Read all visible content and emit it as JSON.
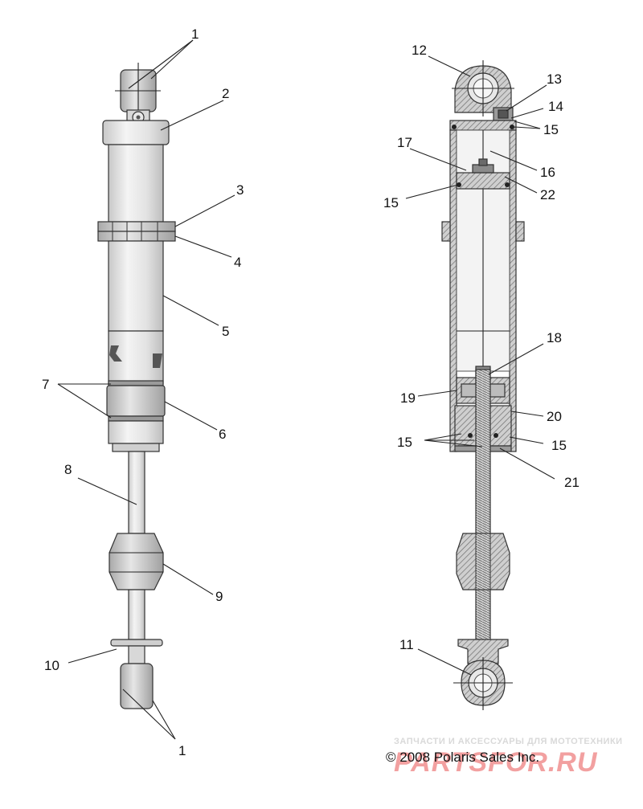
{
  "colors": {
    "body_light": "#f2f2f2",
    "body_mid": "#dcdcdc",
    "body_dark": "#b9b9b9",
    "section_hatch": "#8a8a8a",
    "watermark_red": "#e23b3b",
    "watermark_gray": "#cfcfcf"
  },
  "callouts": {
    "c1_top": "1",
    "c2": "2",
    "c3": "3",
    "c4": "4",
    "c5": "5",
    "c6": "6",
    "c7": "7",
    "c8": "8",
    "c9": "9",
    "c10": "10",
    "c1_bottom": "1",
    "c11": "11",
    "c12": "12",
    "c13": "13",
    "c14": "14",
    "c15_a": "15",
    "c16": "16",
    "c17": "17",
    "c15_b": "15",
    "c22": "22",
    "c18": "18",
    "c19": "19",
    "c20": "20",
    "c15_c": "15",
    "c15_d": "15",
    "c21": "21"
  },
  "footer": {
    "copyright": "© 2008 Polaris Sales Inc.",
    "watermark_line": "ЗАПЧАСТИ И АКСЕССУАРЫ ДЛЯ МОТОТЕХНИКИ",
    "watermark_logo": "PARTSFOR.RU"
  }
}
